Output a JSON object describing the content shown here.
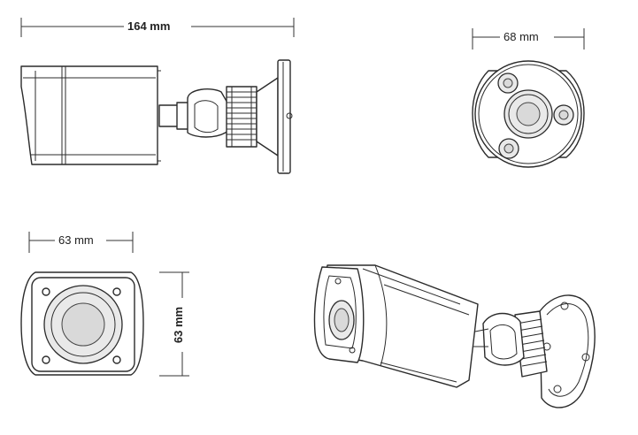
{
  "dimensions": {
    "side_length": "164 mm",
    "rear_width": "68 mm",
    "front_width": "63 mm",
    "front_height": "63 mm"
  }
}
